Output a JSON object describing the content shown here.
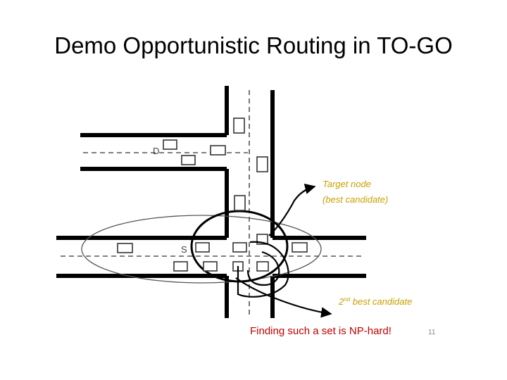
{
  "slide": {
    "title": "Demo Opportunistic Routing in TO-GO",
    "number": "11"
  },
  "diagram": {
    "node_labels": {
      "destination": "D",
      "source": "S"
    },
    "annotations": {
      "target_line1": "Target node",
      "target_line2": "(best candidate)",
      "second_ordinal": "2",
      "second_superscript": "nd",
      "second_rest": " best candidate",
      "np_hard_note": "Finding such a set is NP-hard!"
    },
    "colors": {
      "target_label": "#c8a000",
      "second_label": "#c8a000",
      "np_hard_note": "#c00000",
      "road": "#000000",
      "lane_divider": "#555555"
    }
  }
}
